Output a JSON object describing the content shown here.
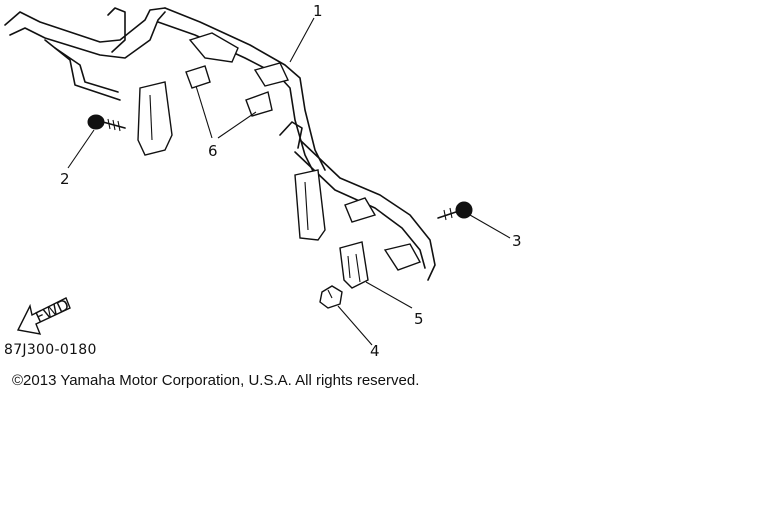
{
  "diagram": {
    "callouts": [
      "1",
      "2",
      "3",
      "4",
      "5",
      "6"
    ],
    "fwd_label": "FWD",
    "part_code": "87J300-0180",
    "copyright": "©2013 Yamaha Motor Corporation, U.S.A. All rights reserved."
  },
  "colors": {
    "line": "#111111",
    "background": "#ffffff"
  }
}
